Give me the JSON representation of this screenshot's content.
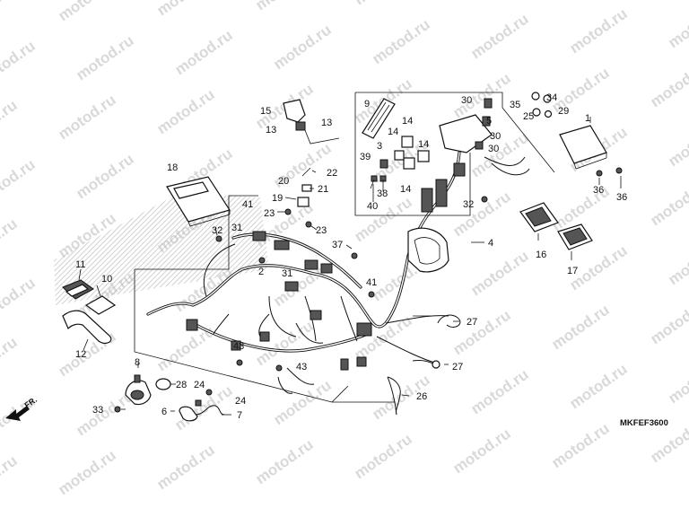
{
  "watermark": {
    "text": "motod.ru",
    "color": "#d9d9d9"
  },
  "diagram": {
    "code": "MKFEF3600",
    "front_marker": "FR.",
    "callouts": [
      {
        "id": "c1",
        "label": "1"
      },
      {
        "id": "c2",
        "label": "2"
      },
      {
        "id": "c3",
        "label": "3"
      },
      {
        "id": "c4",
        "label": "4"
      },
      {
        "id": "c5",
        "label": "5"
      },
      {
        "id": "c6",
        "label": "6"
      },
      {
        "id": "c7",
        "label": "7"
      },
      {
        "id": "c8",
        "label": "8"
      },
      {
        "id": "c9",
        "label": "9"
      },
      {
        "id": "c10",
        "label": "10"
      },
      {
        "id": "c11",
        "label": "11"
      },
      {
        "id": "c12",
        "label": "12"
      },
      {
        "id": "c13a",
        "label": "13"
      },
      {
        "id": "c13b",
        "label": "13"
      },
      {
        "id": "c14a",
        "label": "14"
      },
      {
        "id": "c14b",
        "label": "14"
      },
      {
        "id": "c14c",
        "label": "14"
      },
      {
        "id": "c14d",
        "label": "14"
      },
      {
        "id": "c15",
        "label": "15"
      },
      {
        "id": "c16",
        "label": "16"
      },
      {
        "id": "c17",
        "label": "17"
      },
      {
        "id": "c18",
        "label": "18"
      },
      {
        "id": "c19",
        "label": "19"
      },
      {
        "id": "c20",
        "label": "20"
      },
      {
        "id": "c21",
        "label": "21"
      },
      {
        "id": "c22",
        "label": "22"
      },
      {
        "id": "c23a",
        "label": "23"
      },
      {
        "id": "c23b",
        "label": "23"
      },
      {
        "id": "c24a",
        "label": "24"
      },
      {
        "id": "c24b",
        "label": "24"
      },
      {
        "id": "c25",
        "label": "25"
      },
      {
        "id": "c26",
        "label": "26"
      },
      {
        "id": "c27a",
        "label": "27"
      },
      {
        "id": "c27b",
        "label": "27"
      },
      {
        "id": "c28",
        "label": "28"
      },
      {
        "id": "c29",
        "label": "29"
      },
      {
        "id": "c30a",
        "label": "30"
      },
      {
        "id": "c30b",
        "label": "30"
      },
      {
        "id": "c30c",
        "label": "30"
      },
      {
        "id": "c31a",
        "label": "31"
      },
      {
        "id": "c31b",
        "label": "31"
      },
      {
        "id": "c32a",
        "label": "32"
      },
      {
        "id": "c32b",
        "label": "32"
      },
      {
        "id": "c33",
        "label": "33"
      },
      {
        "id": "c34",
        "label": "34"
      },
      {
        "id": "c35",
        "label": "35"
      },
      {
        "id": "c36a",
        "label": "36"
      },
      {
        "id": "c36b",
        "label": "36"
      },
      {
        "id": "c37",
        "label": "37"
      },
      {
        "id": "c38",
        "label": "38"
      },
      {
        "id": "c39",
        "label": "39"
      },
      {
        "id": "c40",
        "label": "40"
      },
      {
        "id": "c41a",
        "label": "41"
      },
      {
        "id": "c41b",
        "label": "41"
      },
      {
        "id": "c43a",
        "label": "43"
      },
      {
        "id": "c43b",
        "label": "43"
      }
    ]
  }
}
